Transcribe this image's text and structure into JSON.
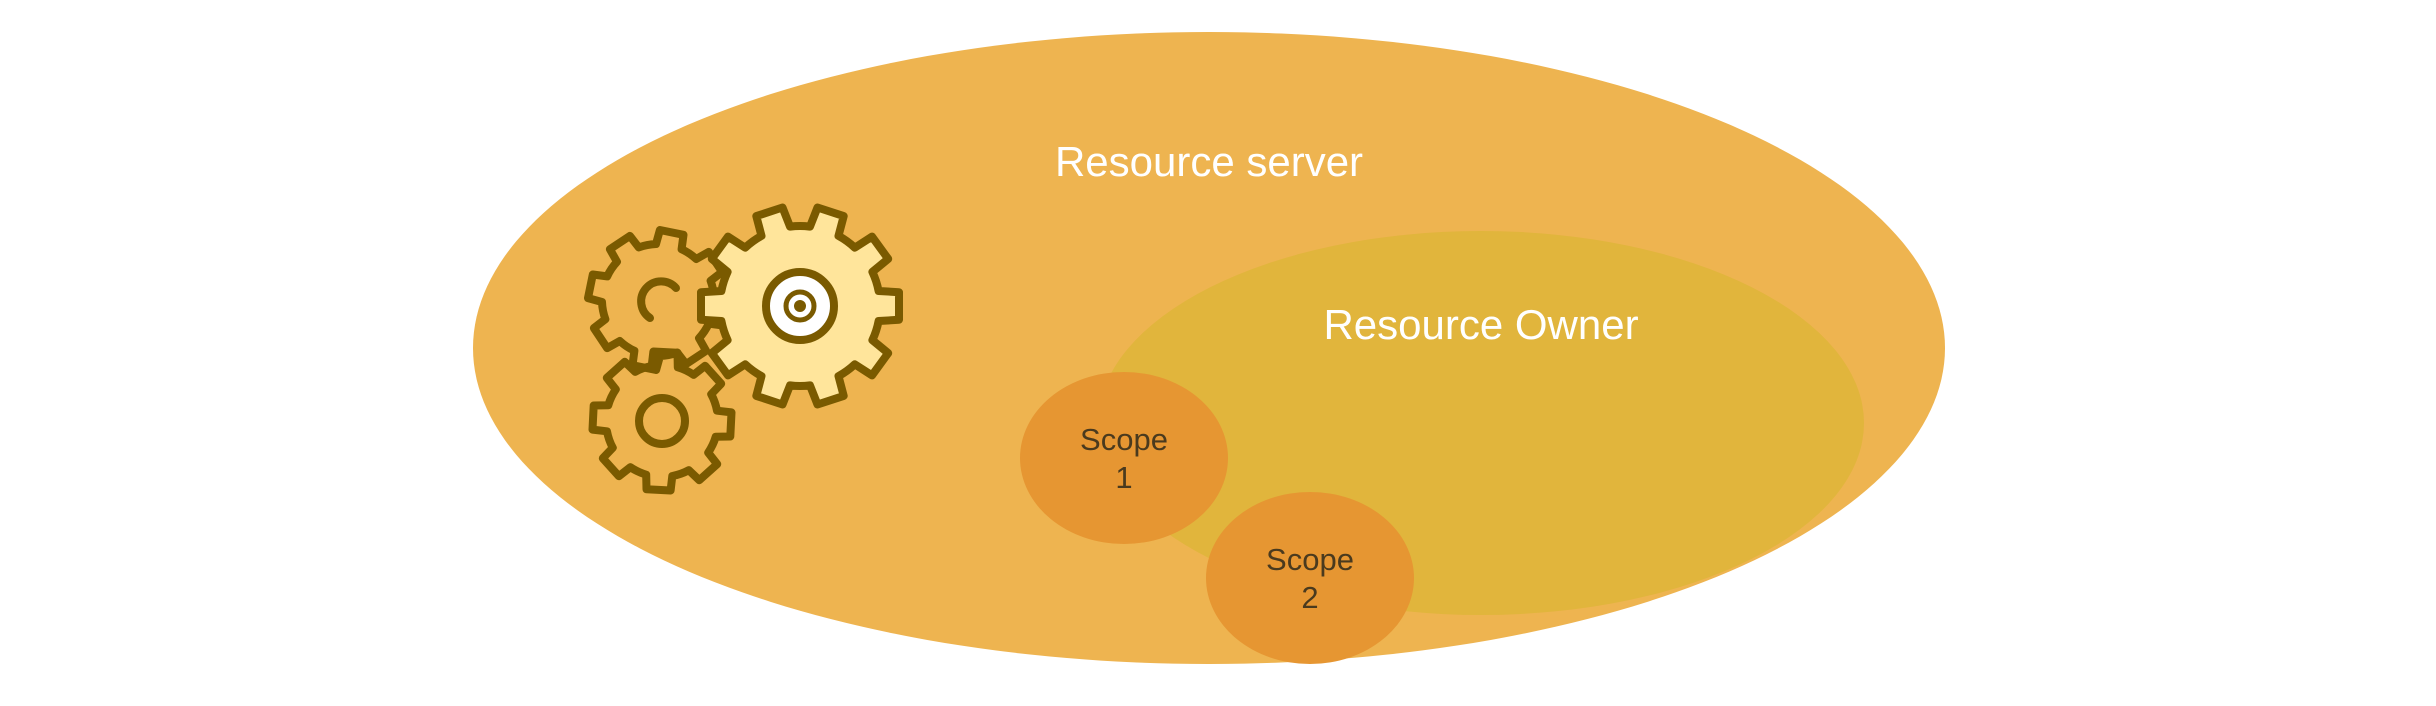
{
  "diagram": {
    "resource_server": {
      "label": "Resource server",
      "color": "#eeb450"
    },
    "resource_owner": {
      "label": "Resource Owner",
      "color": "#e1b53c"
    },
    "scopes": [
      {
        "line1": "Scope",
        "line2": "1",
        "color": "#e69632"
      },
      {
        "line1": "Scope",
        "line2": "2",
        "color": "#e69632"
      }
    ],
    "gears_icon": {
      "name": "gears-icon",
      "outline_color": "#7a5a00",
      "highlight_color": "#ffe59b"
    }
  }
}
